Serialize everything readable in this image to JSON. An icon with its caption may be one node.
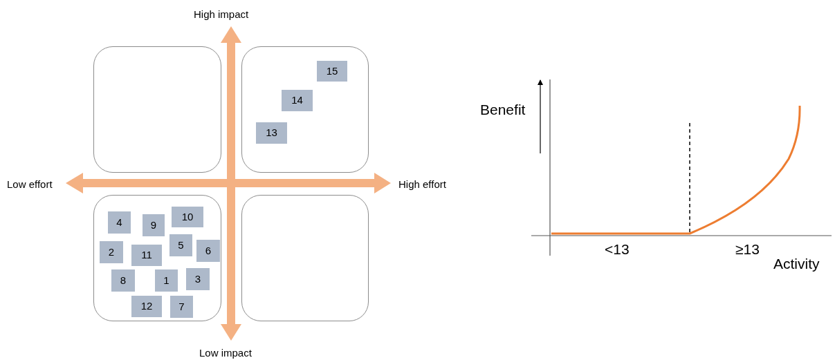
{
  "diagram": {
    "nodes": [
      {
        "text": [],
        "shape": "box"
      },
      {
        "text": [],
        "shape": "box"
      },
      {
        "text": [
          "15"
        ],
        "in": 1
      },
      {
        "text": [
          "14"
        ],
        "in": 1
      },
      {
        "text": [
          "13"
        ],
        "in": 1
      },
      {
        "text": [],
        "shape": "box"
      },
      {
        "text": [
          "10"
        ],
        "in": 5
      },
      {
        "text": [
          "4"
        ],
        "in": 5
      },
      {
        "text": [
          "9"
        ],
        "in": 5
      },
      {
        "text": [
          "5"
        ],
        "in": 5
      },
      {
        "text": [
          "2"
        ],
        "in": 5
      },
      {
        "text": [
          "6"
        ],
        "in": 5
      },
      {
        "text": [
          "11"
        ],
        "in": 5
      },
      {
        "text": [
          "3"
        ],
        "in": 5
      },
      {
        "text": [
          "8"
        ],
        "in": 5
      },
      {
        "text": [
          "1"
        ],
        "in": 5
      },
      {
        "text": [
          "12"
        ],
        "in": 5
      },
      {
        "text": [
          "7"
        ],
        "in": 5
      },
      {
        "text": [],
        "shape": "box"
      }
    ],
    "edges": [],
    "labels": [
      "High impact",
      "Low effort",
      "High effort",
      "Low impact",
      "Benefit",
      "<13",
      "≥13",
      "Activity"
    ]
  }
}
